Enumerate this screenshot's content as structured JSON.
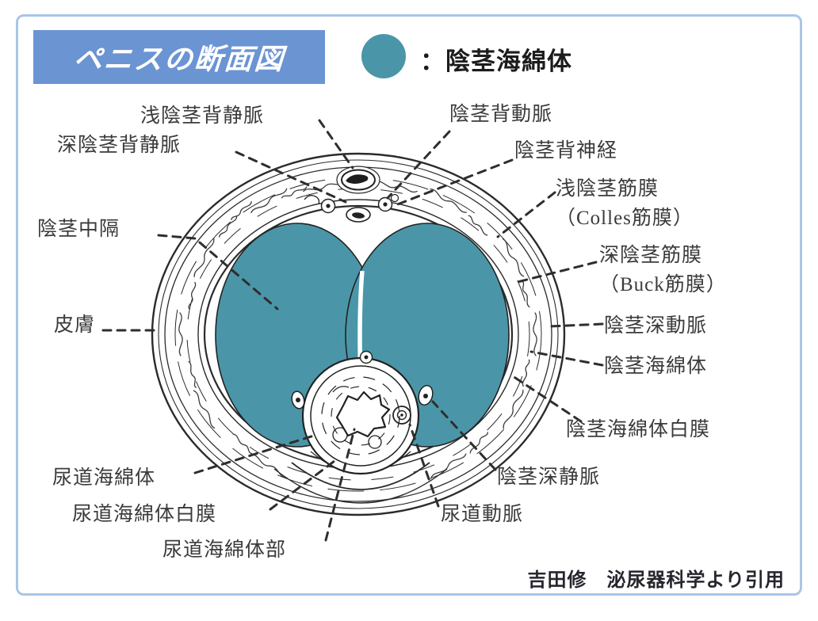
{
  "frame": {
    "border_color": "#a9c6e6",
    "background": "#ffffff"
  },
  "header": {
    "title": "ペニスの断面図",
    "title_bg": "#6b94d3",
    "legend": {
      "swatch_color": "#4a96a8",
      "label": "：陰茎海綿体"
    }
  },
  "diagram": {
    "fill_color": "#4a96a8",
    "ink_color": "#2e2e2e",
    "labels": [
      {
        "name": "superficial-dorsal-vein",
        "lines": [
          "浅陰茎背静脈"
        ]
      },
      {
        "name": "deep-dorsal-vein",
        "lines": [
          "深陰茎背静脈"
        ]
      },
      {
        "name": "dorsal-artery",
        "lines": [
          "陰茎背動脈"
        ]
      },
      {
        "name": "dorsal-nerve",
        "lines": [
          "陰茎背神経"
        ]
      },
      {
        "name": "superficial-penile-fascia",
        "lines": [
          "浅陰茎筋膜",
          "（Colles筋膜）"
        ]
      },
      {
        "name": "deep-penile-fascia",
        "lines": [
          "深陰茎筋膜",
          "（Buck筋膜）"
        ]
      },
      {
        "name": "deep-penile-artery",
        "lines": [
          "陰茎深動脈"
        ]
      },
      {
        "name": "corpus-cavernosum",
        "lines": [
          "陰茎海綿体"
        ]
      },
      {
        "name": "tunica-albuginea-of-corpus-cavernosum",
        "lines": [
          "陰茎海綿体白膜"
        ]
      },
      {
        "name": "septum-of-penis",
        "lines": [
          "陰茎中隔"
        ]
      },
      {
        "name": "skin",
        "lines": [
          "皮膚"
        ]
      },
      {
        "name": "corpus-spongiosum",
        "lines": [
          "尿道海綿体"
        ]
      },
      {
        "name": "tunica-albuginea-of-corpus-spongiosum",
        "lines": [
          "尿道海綿体白膜"
        ]
      },
      {
        "name": "spongy-urethra",
        "lines": [
          "尿道海綿体部"
        ]
      },
      {
        "name": "deep-penile-vein",
        "lines": [
          "陰茎深静脈"
        ]
      },
      {
        "name": "urethral-artery",
        "lines": [
          "尿道動脈"
        ]
      }
    ]
  },
  "footer": {
    "citation": "吉田修　泌尿器科学より引用"
  }
}
